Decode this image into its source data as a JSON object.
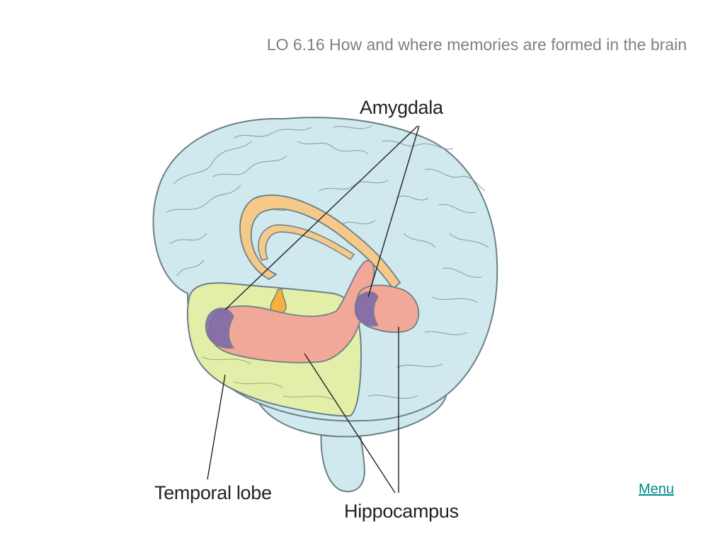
{
  "slide": {
    "title": "LO 6.16  How and where memories are formed in the brain"
  },
  "diagram": {
    "labels": {
      "amygdala": "Amygdala",
      "temporal_lobe": "Temporal lobe",
      "hippocampus": "Hippocampus"
    },
    "colors": {
      "brain": "#cfe9ee",
      "brain_outline": "#6c7f85",
      "temporal_lobe": "#e3efa8",
      "hippocampus": "#f2a898",
      "amygdala": "#7d6ba8",
      "fornix": "#f5c98a"
    }
  },
  "nav": {
    "menu_label": "Menu"
  }
}
